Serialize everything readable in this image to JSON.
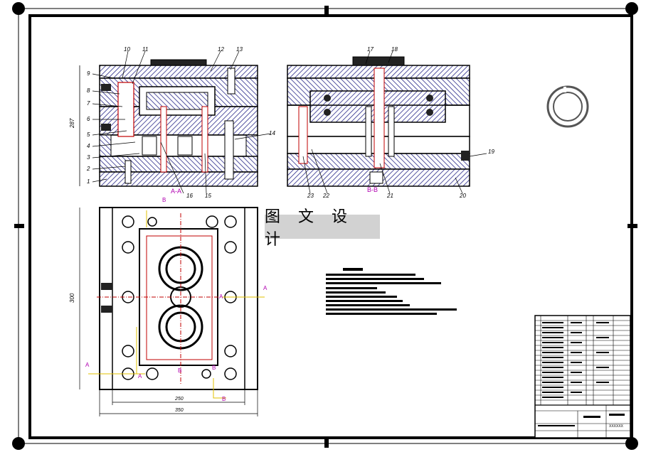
{
  "drawing": {
    "watermark_text": "图 文 设 计",
    "title_block_code": "XXXXXX",
    "colors": {
      "line": "#000000",
      "hatch": "#2a2a8a",
      "red": "#c00000",
      "magenta": "#b000b0",
      "yellow": "#e0c000",
      "dim": "#000000"
    }
  },
  "section_aa": {
    "balloons_left": [
      "9",
      "8",
      "7",
      "6",
      "5",
      "4",
      "3",
      "2",
      "1"
    ],
    "balloons_top": [
      "10",
      "11",
      "12",
      "13"
    ],
    "balloons_bottom": [
      "16",
      "15"
    ],
    "balloon_right": "14",
    "view_label": "A-A",
    "height_dim": "287"
  },
  "section_bb": {
    "balloons_top": [
      "17",
      "18"
    ],
    "balloons_bottom": [
      "23",
      "22",
      "21",
      "20"
    ],
    "balloon_right": "19",
    "view_label": "B-B"
  },
  "plan_view": {
    "section_marks": [
      "A",
      "A",
      "A",
      "A",
      "B",
      "B",
      "B",
      "B"
    ],
    "width_dim_inner": "250",
    "width_dim_outer": "350",
    "height_dim": "300"
  }
}
